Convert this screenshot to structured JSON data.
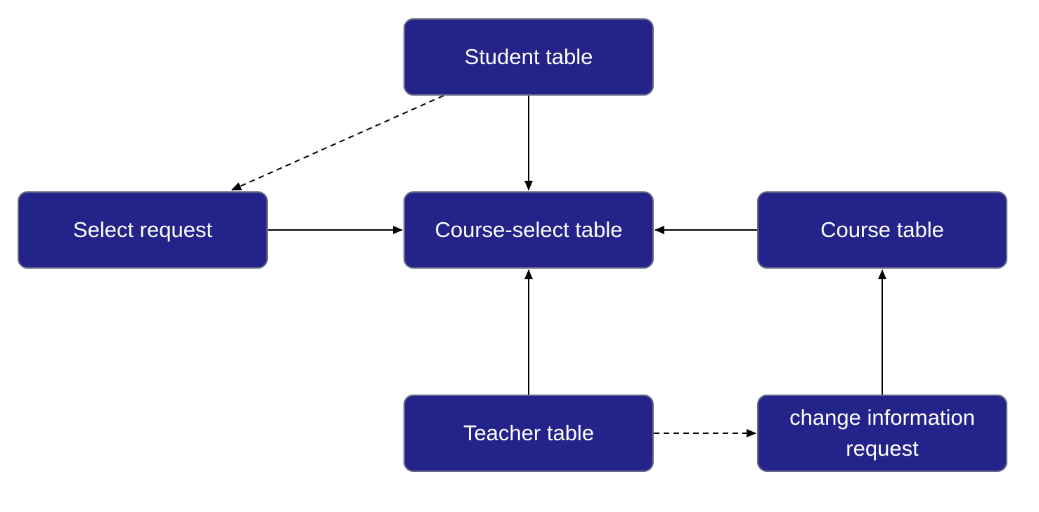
{
  "colors": {
    "node_fill": "#23238a",
    "node_border": "#6a6a86",
    "node_text": "#ffffff",
    "edge": "#000000",
    "background": "#ffffff"
  },
  "nodes": {
    "student": "Student table",
    "select_request": "Select request",
    "course_select": "Course-select table",
    "course": "Course table",
    "teacher": "Teacher table",
    "change_request": "change information request"
  },
  "edges": [
    {
      "from": "student",
      "to": "select_request",
      "style": "dashed"
    },
    {
      "from": "student",
      "to": "course_select",
      "style": "solid"
    },
    {
      "from": "select_request",
      "to": "course_select",
      "style": "solid"
    },
    {
      "from": "course",
      "to": "course_select",
      "style": "solid"
    },
    {
      "from": "teacher",
      "to": "course_select",
      "style": "solid"
    },
    {
      "from": "teacher",
      "to": "change_request",
      "style": "dashed"
    },
    {
      "from": "change_request",
      "to": "course",
      "style": "solid"
    }
  ]
}
